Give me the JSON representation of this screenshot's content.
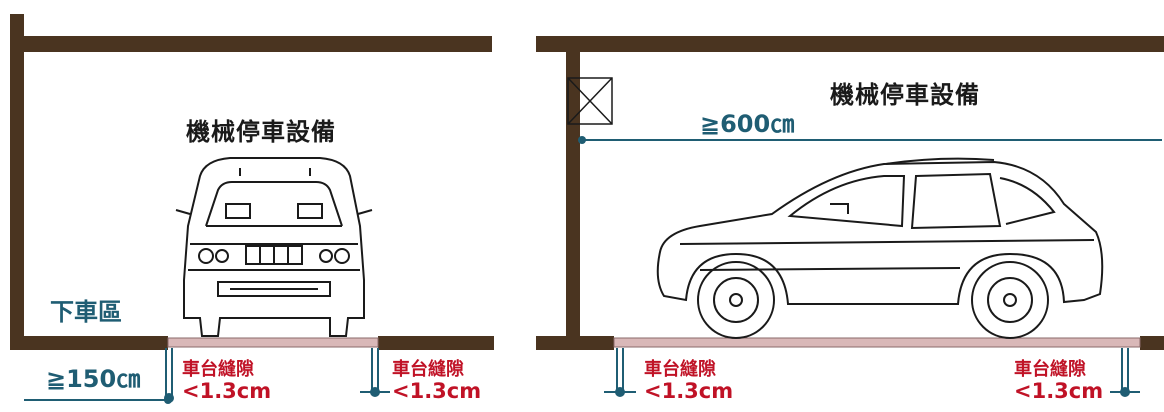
{
  "left_panel": {
    "title": "機械停車設備",
    "zone_label": "下車區",
    "dimension": "≧150㎝",
    "gap_left": {
      "line1": "車台縫隙",
      "line2": "<1.3cm"
    },
    "gap_right": {
      "line1": "車台縫隙",
      "line2": "<1.3cm"
    }
  },
  "right_panel": {
    "title": "機械停車設備",
    "dimension": "≧600㎝",
    "gap_left": {
      "line1": "車台縫隙",
      "line2": "<1.3cm"
    },
    "gap_right": {
      "line1": "車台縫隙",
      "line2": "<1.3cm"
    }
  },
  "colors": {
    "wall": "#4a3420",
    "dimension_line": "#1f5d73",
    "gap_text": "#c01226",
    "platform": "#d9b8b8"
  }
}
